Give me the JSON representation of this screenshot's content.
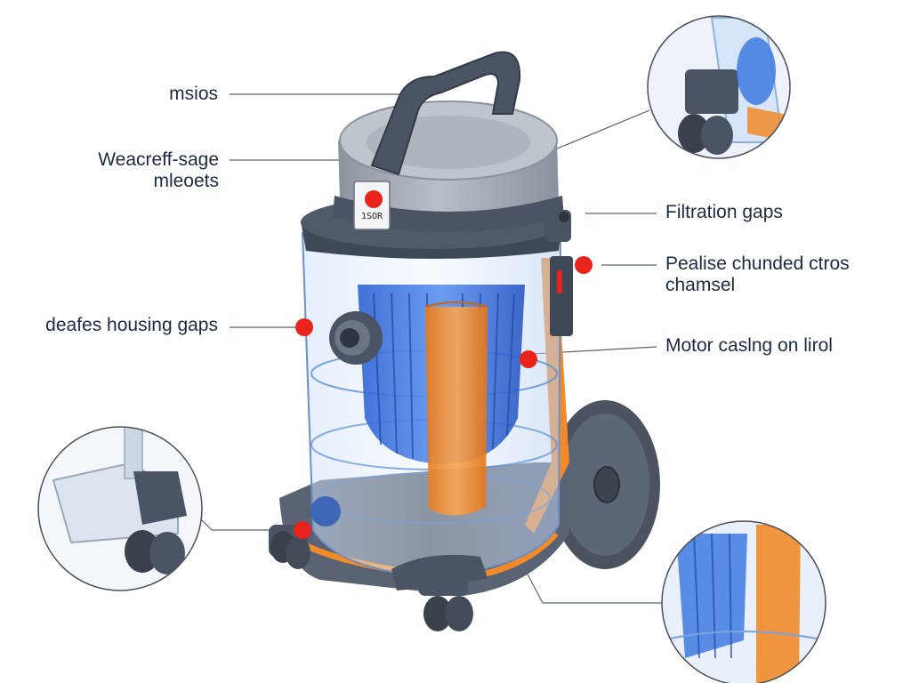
{
  "labels": {
    "left": [
      {
        "id": "top",
        "text": "msios"
      },
      {
        "id": "weight",
        "lines": [
          "Weacreff-sage",
          "mleoets"
        ]
      },
      {
        "id": "housing",
        "text": "deafes housing gaps"
      }
    ],
    "right": [
      {
        "id": "filtration",
        "text": "Filtration gaps"
      },
      {
        "id": "channel",
        "lines": [
          "Pealise chunded ctros",
          "chamsel"
        ]
      },
      {
        "id": "motor",
        "text": "Motor caslng on lirol"
      }
    ]
  },
  "panel_text": "1SOR",
  "colors": {
    "accent_marker": "#e8231c",
    "body_blue": "#3f7be0",
    "core_orange": "#f08a2a",
    "frame_dark": "#4a5464",
    "lid_grey": "#a9b0bb"
  }
}
